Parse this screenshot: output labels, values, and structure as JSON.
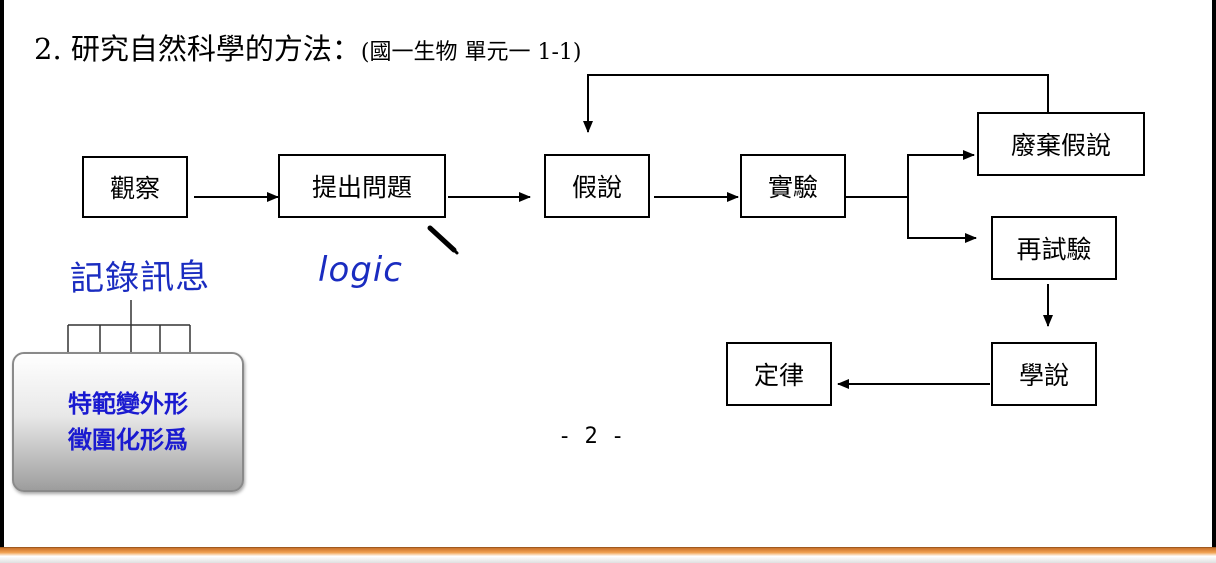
{
  "title": {
    "main": "2. 研究自然科學的方法：",
    "sub": "(國一生物 單元一 1-1)"
  },
  "boxes": {
    "observe": "觀察",
    "question": "提出問題",
    "hypothesis": "假說",
    "experiment": "實驗",
    "abandon": "廢棄假說",
    "retry": "再試驗",
    "theory": "學說",
    "law": "定律"
  },
  "annotations": {
    "records": "記錄訊息",
    "logic": "logic"
  },
  "note": {
    "line1": "特範變外形",
    "line2": "徵圍化形爲"
  },
  "page_number": "- 2 -",
  "colors": {
    "handwriting": "#1a2cc0",
    "note_text": "#1a1ad0",
    "bottom_bar": "#f0a050"
  }
}
